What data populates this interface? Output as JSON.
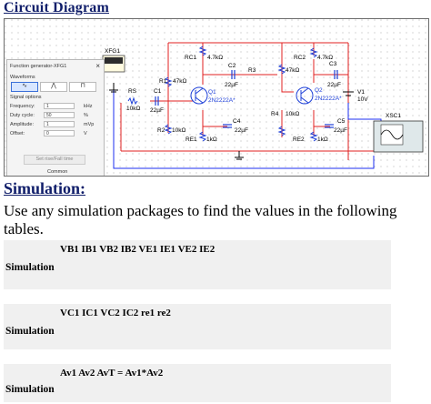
{
  "headings": {
    "circuit": "Circuit Diagram",
    "simulation": "Simulation:",
    "instruction": "Use any simulation packages to find the values in the following tables."
  },
  "function_generator": {
    "title": "Function generator-XFG1",
    "waveforms_label": "Waveforms",
    "signal_options_label": "Signal options",
    "frequency_label": "Frequency:",
    "frequency_value": "1",
    "frequency_unit": "kHz",
    "duty_label": "Duty cycle:",
    "duty_value": "50",
    "duty_unit": "%",
    "amplitude_label": "Amplitude:",
    "amplitude_value": "1",
    "amplitude_unit": "mVp",
    "offset_label": "Offset:",
    "offset_value": "0",
    "offset_unit": "V",
    "set_button": "Set rise/Fall time",
    "common_label": "Common",
    "close_icon": "close-icon"
  },
  "schematic": {
    "xfg": "XFG1",
    "xsc": "XSC1",
    "rs": "RS",
    "rs_val": "10kΩ",
    "c1": "C1",
    "c1_val": "22µF",
    "r1": "R1",
    "r1_val": "47kΩ",
    "rc1": "RC1",
    "rc1_val": "4.7kΩ",
    "c2": "C2",
    "c2_val": "22µF",
    "q1": "Q1",
    "q1_val": "2N2222A*",
    "r2": "R2",
    "r2_val": "10kΩ",
    "re1": "RE1",
    "re1_val": "1kΩ",
    "c4": "C4",
    "c4_val": "22µF",
    "r3": "R3",
    "r3_val": "47kΩ",
    "rc2": "RC2",
    "rc2_val": "4.7kΩ",
    "c3": "C3",
    "c3_val": "22µF",
    "q2": "Q2",
    "q2_val": "2N2222A*",
    "r4": "R4",
    "r4_val": "10kΩ",
    "re2": "RE2",
    "re2_val": "1kΩ",
    "c5": "C5",
    "c5_val": "22µF",
    "v1": "V1",
    "v1_val": "10V"
  },
  "tables": [
    {
      "header": "VB1 IB1 VB2 IB2 VE1 IE1 VE2 IE2",
      "row_label": "Simulation"
    },
    {
      "header": "VC1 IC1 VC2 IC2 re1 re2",
      "row_label": "Simulation"
    },
    {
      "header": "Av1 Av2 AvT = Av1*Av2",
      "row_label": "Simulation"
    }
  ]
}
